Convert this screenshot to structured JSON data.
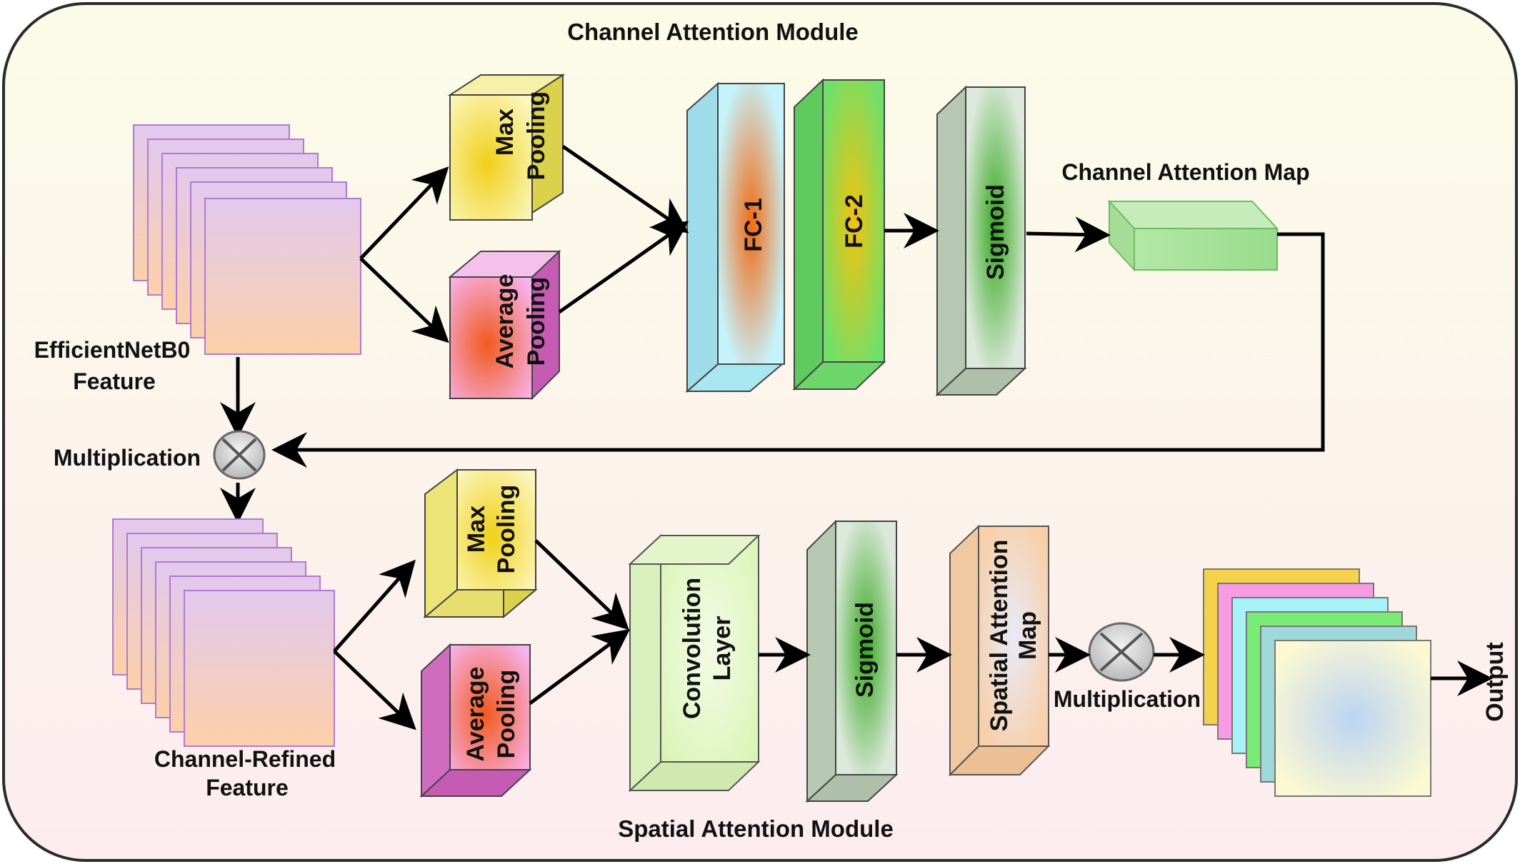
{
  "channel_module": {
    "title": "Channel Attention Module",
    "max_pool_line1": "Max",
    "max_pool_line2": "Pooling",
    "avg_pool_line1": "Average",
    "avg_pool_line2": "Pooling",
    "fc1": "FC-1",
    "fc2": "FC-2",
    "sigmoid": "Sigmoid",
    "attention_map_label": "Channel Attention Map"
  },
  "input_feature": {
    "line1": "EfficientNetB0",
    "line2": "Feature"
  },
  "multiplication_1": "Multiplication",
  "refined_feature": {
    "line1": "Channel-Refined",
    "line2": "Feature"
  },
  "spatial_module": {
    "title": "Spatial Attention Module",
    "max_pool_line1": "Max",
    "max_pool_line2": "Pooling",
    "avg_pool_line1": "Average",
    "avg_pool_line2": "Pooling",
    "conv_line1": "Convolution",
    "conv_line2": "Layer",
    "sigmoid": "Sigmoid",
    "map_line1": "Spatial Attention",
    "map_line2": "Map"
  },
  "multiplication_2": "Multiplication",
  "output_label": "Output",
  "colors": {
    "border": "#2b2b2b",
    "feature_stack_outline": "#b07ad0",
    "yellow_box": "#f4ec6a",
    "pink_box": "#f4a0dc",
    "fc1_cyan": "#b8eef6",
    "fc2_green": "#7fe07a",
    "sigmoid_gray": "#c6d8c2",
    "map_green": "#a6e39a",
    "conv_light_green": "#e4f7c8",
    "spatial_map_peach": "#f8d9b8"
  }
}
